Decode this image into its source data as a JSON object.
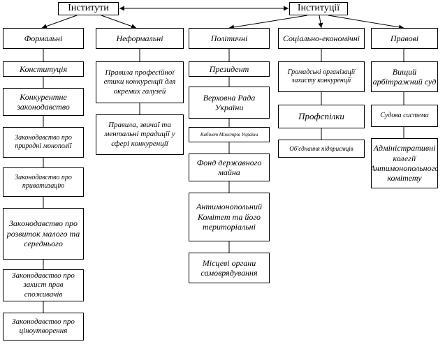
{
  "roots": {
    "instituty": "Інститути",
    "instytutsii": "Інституції"
  },
  "institutes": {
    "formal": {
      "title": "Формальні",
      "items": [
        "Конституція",
        "Конкурентне законодавство",
        "Законодавство про природні монополії",
        "Законодавство про приватизацію",
        "Законодавство про розвиток малого та середнього",
        "Законодавство про захист прав споживачів",
        "Законодавство про ціноутворення"
      ]
    },
    "informal": {
      "title": "Неформальні",
      "items": [
        "Правила професійної етики конкуренції для окремих галузей",
        "Правила, звичаї та ментальні традиції у сфері конкуренції"
      ]
    }
  },
  "institutions": {
    "political": {
      "title": "Політичні",
      "items": [
        "Президент",
        "Верховна Рада України",
        "Кабінет Міністрів України",
        "Фонд державного майна",
        "Антимонопольний Комітет та його територіальні",
        "Місцеві органи самоврядування"
      ]
    },
    "socioeconomic": {
      "title": "Соціально-економічні",
      "items": [
        "Громадські організації захисту конкуренції",
        "Профспілки",
        "Об'єднання підприємців"
      ]
    },
    "legal": {
      "title": "Правові",
      "items": [
        "Вищий арбітражний суд",
        "Судова система",
        "Адміністративні колегії Антимонопольного комітету"
      ]
    }
  }
}
